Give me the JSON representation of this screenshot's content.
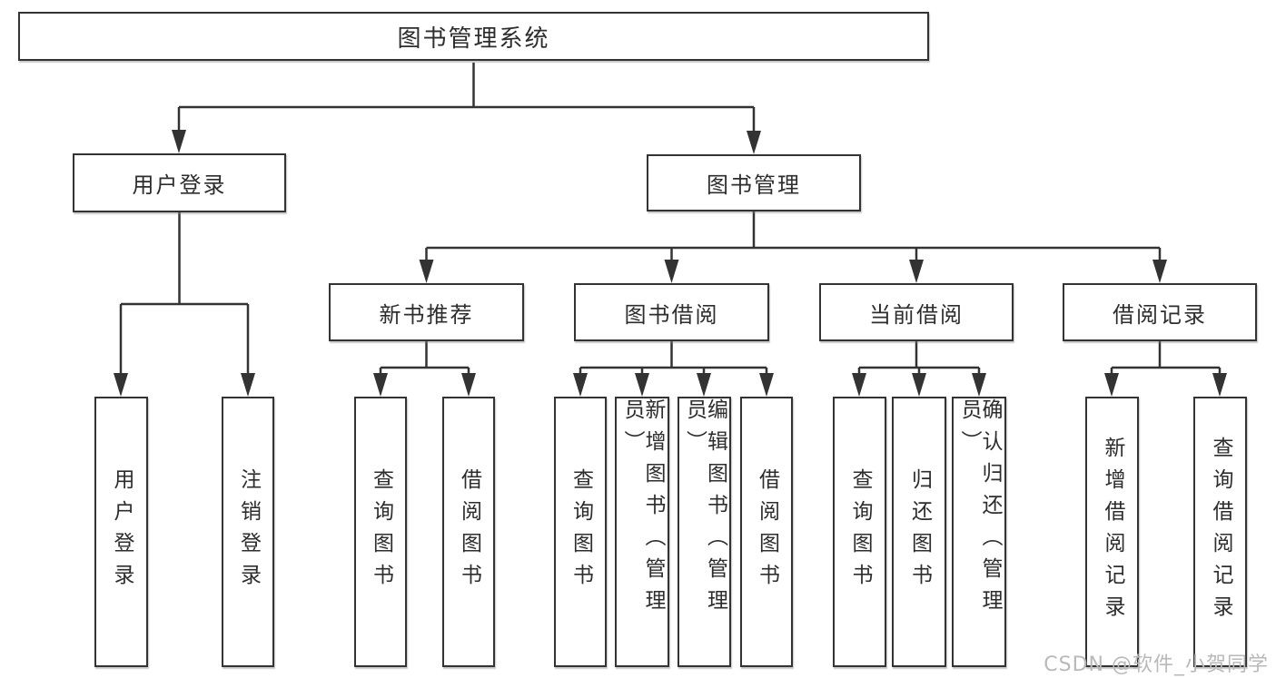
{
  "tree": {
    "root": "图书管理系统",
    "user_login": {
      "label": "用户登录",
      "children": [
        "用户登录",
        "注销登录"
      ]
    },
    "book_mgmt": {
      "label": "图书管理",
      "sections": {
        "new_books": {
          "label": "新书推荐",
          "children": [
            "查询图书",
            "借阅图书"
          ]
        },
        "book_borrow": {
          "label": "图书借阅",
          "children": [
            "查询图书",
            "新增图书（管理员）",
            "编辑图书（管理员）",
            "借阅图书"
          ]
        },
        "current_borrow": {
          "label": "当前借阅",
          "children": [
            "查询图书",
            "归还图书",
            "确认归还（管理员）"
          ]
        },
        "borrow_records": {
          "label": "借阅记录",
          "children": [
            "新增借阅记录",
            "查询借阅记录"
          ]
        }
      }
    }
  },
  "watermark": {
    "text": "CSDN @软件_小贺同学"
  },
  "colors": {
    "line": "#333333",
    "box_border": "#333333",
    "text": "#2d2d2d",
    "watermark": "#b9b9b9",
    "background": "#ffffff"
  }
}
